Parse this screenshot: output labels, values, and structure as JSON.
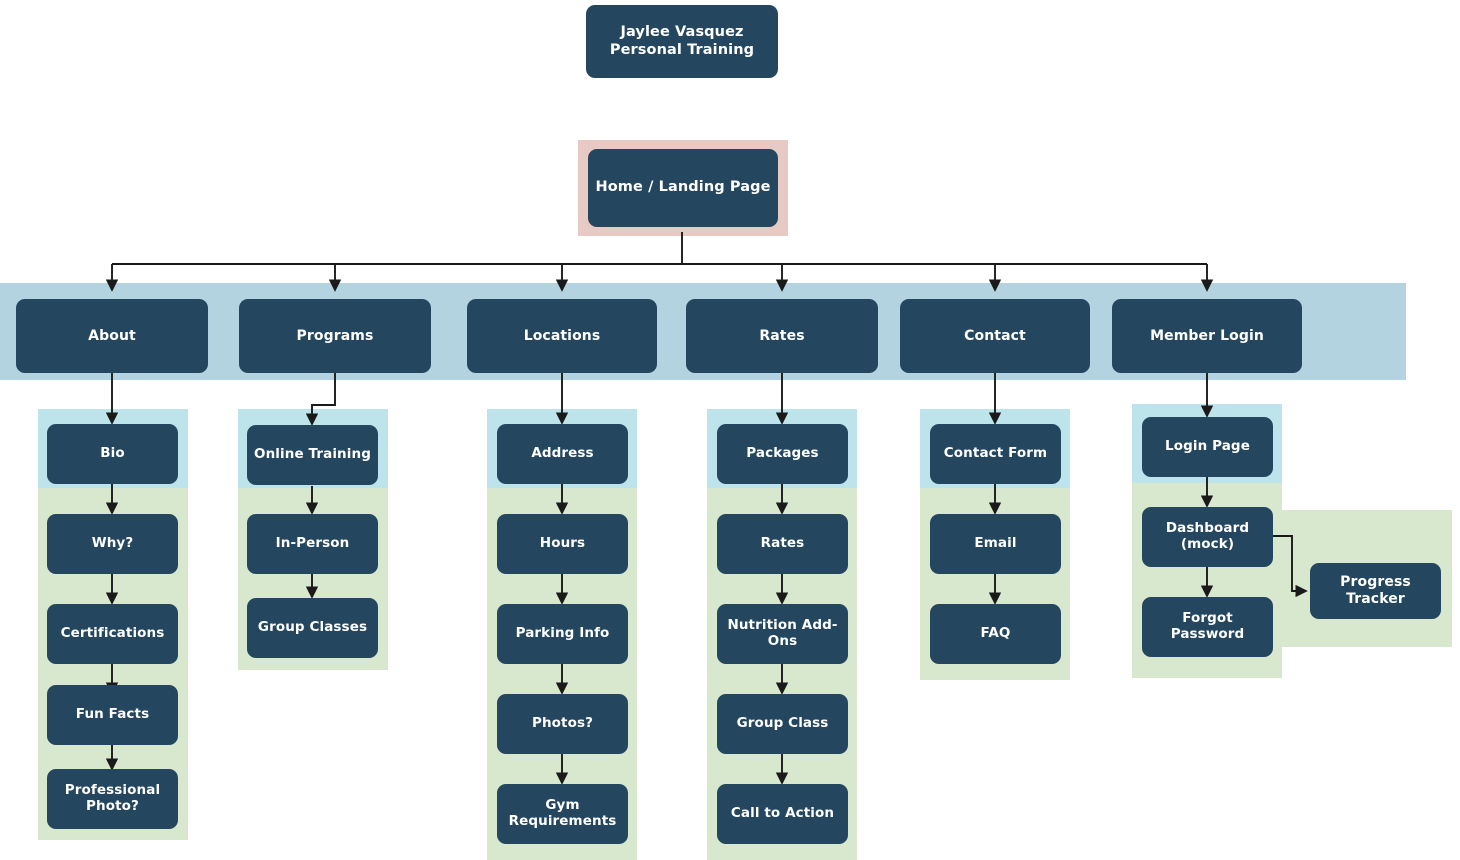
{
  "diagram": {
    "title_node": {
      "label": "Jaylee Vasquez Personal Training"
    },
    "home_node": {
      "label": "Home / Landing Page"
    },
    "nav_items": [
      {
        "label": "About"
      },
      {
        "label": "Programs"
      },
      {
        "label": "Locations"
      },
      {
        "label": "Rates"
      },
      {
        "label": "Contact"
      },
      {
        "label": "Member Login"
      }
    ],
    "columns": [
      {
        "parent": "About",
        "children": [
          {
            "label": "Bio"
          },
          {
            "label": "Why?"
          },
          {
            "label": "Certifications"
          },
          {
            "label": "Fun Facts"
          },
          {
            "label": "Professional Photo?"
          }
        ]
      },
      {
        "parent": "Programs",
        "children": [
          {
            "label": "Online Training"
          },
          {
            "label": "In-Person"
          },
          {
            "label": "Group Classes"
          }
        ]
      },
      {
        "parent": "Locations",
        "children": [
          {
            "label": "Address"
          },
          {
            "label": "Hours"
          },
          {
            "label": "Parking Info"
          },
          {
            "label": "Photos?"
          },
          {
            "label": "Gym Requirements"
          }
        ]
      },
      {
        "parent": "Rates",
        "children": [
          {
            "label": "Packages"
          },
          {
            "label": "Rates"
          },
          {
            "label": "Nutrition Add-Ons"
          },
          {
            "label": "Group Class"
          },
          {
            "label": "Call to Action"
          }
        ]
      },
      {
        "parent": "Contact",
        "children": [
          {
            "label": "Contact Form"
          },
          {
            "label": "Email"
          },
          {
            "label": "FAQ"
          }
        ]
      },
      {
        "parent": "Member Login",
        "children": [
          {
            "label": "Login Page"
          },
          {
            "label": "Dashboard (mock)"
          },
          {
            "label": "Forgot Password"
          }
        ]
      }
    ],
    "side_node": {
      "label": "Progress Tracker"
    },
    "colors": {
      "node_fill": "#24475f",
      "node_text": "#ffffff",
      "home_highlight": "#e8cac4",
      "nav_band": "#b3d3e0",
      "first_child_band": "#bce4ea",
      "rest_children_band": "#d8e8ce",
      "connector": "#1a1a1a",
      "page_background": "#ffffff"
    }
  }
}
